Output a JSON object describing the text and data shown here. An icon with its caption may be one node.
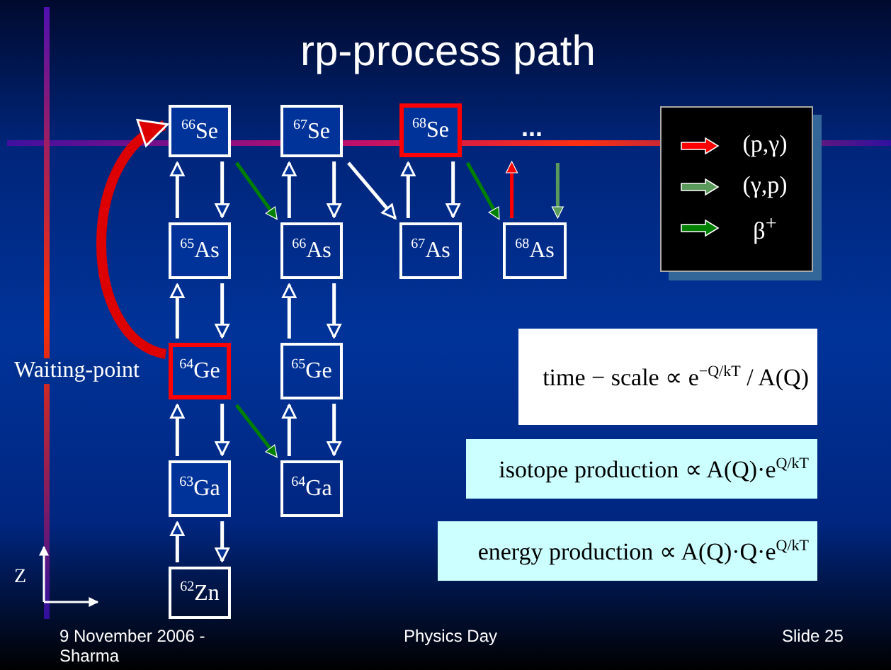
{
  "diagram": {
    "title": "rp-process path",
    "nodes": [
      {
        "text": [
          "$^{66}$Se"
        ]
      },
      {
        "text": [
          "$^{67}$Se"
        ]
      },
      {
        "text": [
          "$^{68}$Se"
        ]
      },
      {
        "text": [
          "$^{65}$As"
        ]
      },
      {
        "text": [
          "$^{66}$As"
        ]
      },
      {
        "text": [
          "$^{67}$As"
        ]
      },
      {
        "text": [
          "$^{68}$As"
        ]
      },
      {
        "text": [
          "$^{64}$Ge"
        ],
        "beside": [
          "Waiting-point"
        ]
      },
      {
        "text": [
          "$^{65}$Ge"
        ]
      },
      {
        "text": [
          "$^{63}$Ga"
        ]
      },
      {
        "text": [
          "$^{64}$Ga"
        ]
      },
      {
        "text": [
          "$^{62}$Zn"
        ]
      },
      {
        "text": [
          "time − scale ∝ e$^{−Q/kT}$ / A(Q)"
        ]
      },
      {
        "text": [
          "isotope production ∝ A(Q)·e$^{Q/kT}$"
        ]
      },
      {
        "text": [
          "energy production ∝ A(Q)·Q·e$^{Q/kT}$"
        ]
      }
    ],
    "edges": [
      {
        "from": 3,
        "to": 0,
        "arrow": "to"
      },
      {
        "from": 0,
        "to": 3,
        "arrow": "to"
      },
      {
        "from": 0,
        "to": 4,
        "arrow": "to",
        "color": "#008000"
      },
      {
        "from": 4,
        "to": 1,
        "arrow": "to"
      },
      {
        "from": 1,
        "to": 4,
        "arrow": "to"
      },
      {
        "from": 1,
        "to": 5,
        "arrow": "to"
      },
      {
        "from": 5,
        "to": 2,
        "arrow": "to"
      },
      {
        "from": 2,
        "to": 5,
        "arrow": "to"
      },
      {
        "from": 2,
        "to": 6,
        "arrow": "to",
        "color": "#008000"
      },
      {
        "from": 6,
        "to": null,
        "arrow": "to",
        "color": "#ff0000"
      },
      {
        "from": null,
        "to": 6,
        "arrow": "to",
        "color": "#5a9a5a"
      },
      {
        "from": 7,
        "to": 3,
        "arrow": "to"
      },
      {
        "from": 3,
        "to": 7,
        "arrow": "to"
      },
      {
        "from": 8,
        "to": 4,
        "arrow": "to"
      },
      {
        "from": 4,
        "to": 8,
        "arrow": "to"
      },
      {
        "from": 9,
        "to": 7,
        "arrow": "to"
      },
      {
        "from": 7,
        "to": 9,
        "arrow": "to"
      },
      {
        "from": 7,
        "to": 10,
        "arrow": "to",
        "color": "#008000"
      },
      {
        "from": 10,
        "to": 8,
        "arrow": "to"
      },
      {
        "from": 8,
        "to": 10,
        "arrow": "to"
      },
      {
        "from": 11,
        "to": 9,
        "arrow": "to"
      },
      {
        "from": 9,
        "to": 11,
        "arrow": "to"
      },
      {
        "from": 7,
        "to": 0,
        "arrow": "to",
        "style": "thick",
        "color": "#dd0000"
      }
    ],
    "labels": [
      "...",
      "Z",
      "9 November 2006 - Sharma",
      "Physics Day",
      "Slide 25"
    ],
    "legend": [
      {
        "text": "(p,γ)"
      },
      {
        "text": "(γ,p)"
      },
      {
        "text": "β$^{+}$"
      }
    ]
  }
}
